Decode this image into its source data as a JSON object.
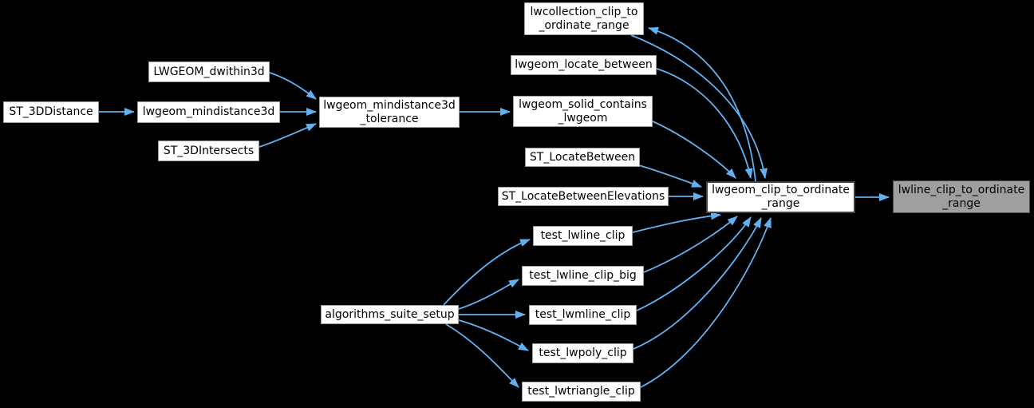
{
  "diagram": {
    "kind": "doxygen-caller-graph",
    "focus_function": "lwline_clip_to_ordinate_range",
    "colors": {
      "background": "#000000",
      "edge": "#63b0f0",
      "node_fill": "#ffffff",
      "node_border": "#9a9ea2",
      "emphasis_border": "#3e4144",
      "current_fill": "#9e9fa1",
      "text": "#000000"
    },
    "nodes": [
      {
        "id": "ST_3DDistance",
        "label": "ST_3DDistance",
        "lines": [
          "ST_3DDistance"
        ],
        "style": "normal"
      },
      {
        "id": "LWGEOM_dwithin3d",
        "label": "LWGEOM_dwithin3d",
        "lines": [
          "LWGEOM_dwithin3d"
        ],
        "style": "normal"
      },
      {
        "id": "lwgeom_mindistance3d",
        "label": "lwgeom_mindistance3d",
        "lines": [
          "lwgeom_mindistance3d"
        ],
        "style": "normal"
      },
      {
        "id": "ST_3DIntersects",
        "label": "ST_3DIntersects",
        "lines": [
          "ST_3DIntersects"
        ],
        "style": "normal"
      },
      {
        "id": "lwgeom_mindistance3d_tolerance",
        "label": "lwgeom_mindistance3d_tolerance",
        "lines": [
          "lwgeom_mindistance3d",
          "_tolerance"
        ],
        "style": "normal"
      },
      {
        "id": "lwcollection_clip_to_ordinate_range",
        "label": "lwcollection_clip_to_ordinate_range",
        "lines": [
          "lwcollection_clip_to",
          "_ordinate_range"
        ],
        "style": "normal"
      },
      {
        "id": "lwgeom_locate_between",
        "label": "lwgeom_locate_between",
        "lines": [
          "lwgeom_locate_between"
        ],
        "style": "normal"
      },
      {
        "id": "lwgeom_solid_contains_lwgeom",
        "label": "lwgeom_solid_contains_lwgeom",
        "lines": [
          "lwgeom_solid_contains",
          "_lwgeom"
        ],
        "style": "normal"
      },
      {
        "id": "ST_LocateBetween",
        "label": "ST_LocateBetween",
        "lines": [
          "ST_LocateBetween"
        ],
        "style": "normal"
      },
      {
        "id": "ST_LocateBetweenElevations",
        "label": "ST_LocateBetweenElevations",
        "lines": [
          "ST_LocateBetweenElevations"
        ],
        "style": "normal"
      },
      {
        "id": "test_lwline_clip",
        "label": "test_lwline_clip",
        "lines": [
          "test_lwline_clip"
        ],
        "style": "normal"
      },
      {
        "id": "test_lwline_clip_big",
        "label": "test_lwline_clip_big",
        "lines": [
          "test_lwline_clip_big"
        ],
        "style": "normal"
      },
      {
        "id": "test_lwmline_clip",
        "label": "test_lwmline_clip",
        "lines": [
          "test_lwmline_clip"
        ],
        "style": "normal"
      },
      {
        "id": "test_lwpoly_clip",
        "label": "test_lwpoly_clip",
        "lines": [
          "test_lwpoly_clip"
        ],
        "style": "normal"
      },
      {
        "id": "test_lwtriangle_clip",
        "label": "test_lwtriangle_clip",
        "lines": [
          "test_lwtriangle_clip"
        ],
        "style": "normal"
      },
      {
        "id": "algorithms_suite_setup",
        "label": "algorithms_suite_setup",
        "lines": [
          "algorithms_suite_setup"
        ],
        "style": "normal"
      },
      {
        "id": "lwgeom_clip_to_ordinate_range",
        "label": "lwgeom_clip_to_ordinate_range",
        "lines": [
          "lwgeom_clip_to_ordinate",
          "_range"
        ],
        "style": "emphasis"
      },
      {
        "id": "lwline_clip_to_ordinate_range",
        "label": "lwline_clip_to_ordinate_range",
        "lines": [
          "lwline_clip_to_ordinate",
          "_range"
        ],
        "style": "current"
      }
    ],
    "edges": [
      {
        "from": "ST_3DDistance",
        "to": "lwgeom_mindistance3d"
      },
      {
        "from": "LWGEOM_dwithin3d",
        "to": "lwgeom_mindistance3d_tolerance"
      },
      {
        "from": "lwgeom_mindistance3d",
        "to": "lwgeom_mindistance3d_tolerance"
      },
      {
        "from": "ST_3DIntersects",
        "to": "lwgeom_mindistance3d_tolerance"
      },
      {
        "from": "lwgeom_mindistance3d_tolerance",
        "to": "lwgeom_solid_contains_lwgeom"
      },
      {
        "from": "lwgeom_clip_to_ordinate_range",
        "to": "lwcollection_clip_to_ordinate_range"
      },
      {
        "from": "lwcollection_clip_to_ordinate_range",
        "to": "lwgeom_clip_to_ordinate_range"
      },
      {
        "from": "lwgeom_locate_between",
        "to": "lwgeom_clip_to_ordinate_range"
      },
      {
        "from": "lwgeom_solid_contains_lwgeom",
        "to": "lwgeom_clip_to_ordinate_range"
      },
      {
        "from": "ST_LocateBetween",
        "to": "lwgeom_clip_to_ordinate_range"
      },
      {
        "from": "ST_LocateBetweenElevations",
        "to": "lwgeom_clip_to_ordinate_range"
      },
      {
        "from": "test_lwline_clip",
        "to": "lwgeom_clip_to_ordinate_range"
      },
      {
        "from": "test_lwline_clip_big",
        "to": "lwgeom_clip_to_ordinate_range"
      },
      {
        "from": "test_lwmline_clip",
        "to": "lwgeom_clip_to_ordinate_range"
      },
      {
        "from": "test_lwpoly_clip",
        "to": "lwgeom_clip_to_ordinate_range"
      },
      {
        "from": "test_lwtriangle_clip",
        "to": "lwgeom_clip_to_ordinate_range"
      },
      {
        "from": "algorithms_suite_setup",
        "to": "test_lwline_clip"
      },
      {
        "from": "algorithms_suite_setup",
        "to": "test_lwline_clip_big"
      },
      {
        "from": "algorithms_suite_setup",
        "to": "test_lwmline_clip"
      },
      {
        "from": "algorithms_suite_setup",
        "to": "test_lwpoly_clip"
      },
      {
        "from": "algorithms_suite_setup",
        "to": "test_lwtriangle_clip"
      },
      {
        "from": "lwgeom_clip_to_ordinate_range",
        "to": "lwline_clip_to_ordinate_range"
      }
    ]
  }
}
